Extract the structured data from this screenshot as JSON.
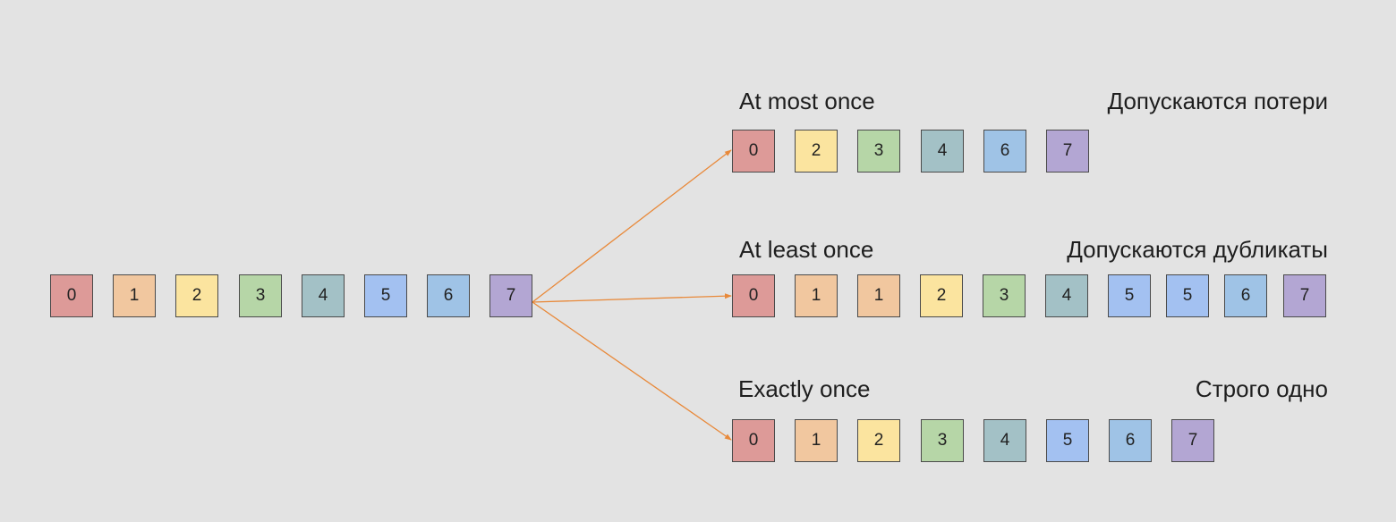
{
  "source_row": {
    "items": [
      "0",
      "1",
      "2",
      "3",
      "4",
      "5",
      "6",
      "7"
    ]
  },
  "branches": [
    {
      "title": "At most once",
      "subtitle": "Допускаются потери",
      "items": [
        "0",
        "2",
        "3",
        "4",
        "6",
        "7"
      ]
    },
    {
      "title": "At least once",
      "subtitle": "Допускаются дубликаты",
      "items": [
        "0",
        "1",
        "1",
        "2",
        "3",
        "4",
        "5",
        "5",
        "6",
        "7"
      ]
    },
    {
      "title": "Exactly once",
      "subtitle": "Строго одно",
      "items": [
        "0",
        "1",
        "2",
        "3",
        "4",
        "5",
        "6",
        "7"
      ]
    }
  ],
  "colors": {
    "0": "#dd9a98",
    "1": "#f1c79f",
    "2": "#fbe49f",
    "3": "#b6d6a7",
    "4": "#a3c1c6",
    "5": "#a3c1f1",
    "6": "#9fc3e6",
    "7": "#b3a6d3",
    "arrow": "#e8893a",
    "background": "#e3e3e3"
  }
}
